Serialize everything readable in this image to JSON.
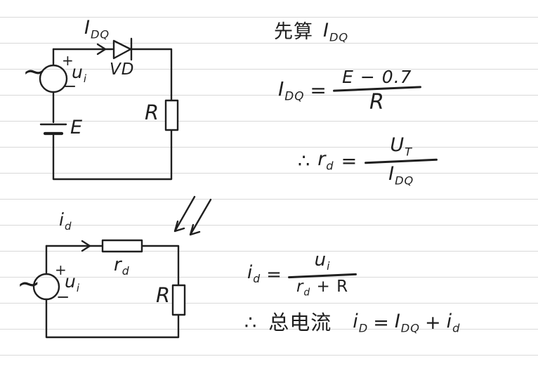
{
  "page": {
    "paper_color": "#ffffff",
    "rule_color": "#d9d9d9",
    "ink_color": "#1f1f1f"
  },
  "top_circuit": {
    "current_base": "I",
    "current_sub": "DQ",
    "diode_label": "VD",
    "ac_symbol": "~",
    "plus": "+",
    "minus": "−",
    "source_base": "u",
    "source_sub": "i",
    "battery_label": "E",
    "resistor_label": "R"
  },
  "bottom_circuit": {
    "current_base": "i",
    "current_sub": "d",
    "resistor_top_base": "r",
    "resistor_top_sub": "d",
    "ac_symbol": "~",
    "plus": "+",
    "minus": "−",
    "source_base": "u",
    "source_sub": "i",
    "resistor_label": "R"
  },
  "equations": {
    "heading_cn": "先算",
    "heading_base": "I",
    "heading_sub": "DQ",
    "eq1_lhs_base": "I",
    "eq1_lhs_sub": "DQ",
    "eq1_equals": "=",
    "eq1_num": "E − 0.7",
    "eq1_den": "R",
    "eq2_therefore": "∴",
    "eq2_lhs_base": "r",
    "eq2_lhs_sub": "d",
    "eq2_equals": "=",
    "eq2_num_base": "U",
    "eq2_num_sub": "T",
    "eq2_den_base": "I",
    "eq2_den_sub": "DQ",
    "eq3_lhs_base": "i",
    "eq3_lhs_sub": "d",
    "eq3_equals": "=",
    "eq3_num_base": "u",
    "eq3_num_sub": "i",
    "eq3_den_base": "r",
    "eq3_den_sub": "d",
    "eq3_den_rest": "+ R",
    "eq4_therefore": "∴",
    "eq4_label_cn": "总电流",
    "eq4_t1_base": "i",
    "eq4_t1_sub": "D",
    "eq4_equals": "=",
    "eq4_t2_base": "I",
    "eq4_t2_sub": "DQ",
    "eq4_plus": "+",
    "eq4_t3_base": "i",
    "eq4_t3_sub": "d"
  }
}
